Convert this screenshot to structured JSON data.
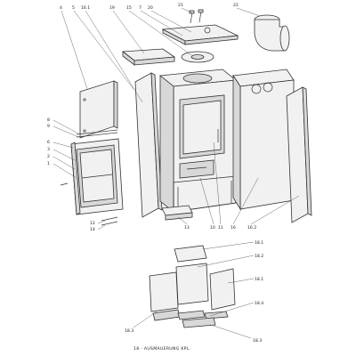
{
  "labels": {
    "l4": "4",
    "l5": "5",
    "l161": "16.1",
    "l19": "19",
    "l15": "15",
    "l7": "7",
    "l20": "20",
    "l21": "21",
    "l22": "22",
    "l8": "8",
    "l9": "9",
    "l6": "6",
    "l3": "3",
    "l2": "2",
    "l1": "1",
    "l12": "12",
    "l14": "14",
    "l13": "13",
    "l10": "10",
    "l11": "11",
    "l16b": "16",
    "l162": "16.2",
    "l181": "18.1",
    "l182": "18.2",
    "l181b": "18.1",
    "l184": "18.4",
    "l183": "18.3",
    "l183b": "18.3"
  },
  "caption": "18 - AUSMAUERUNG KPL."
}
